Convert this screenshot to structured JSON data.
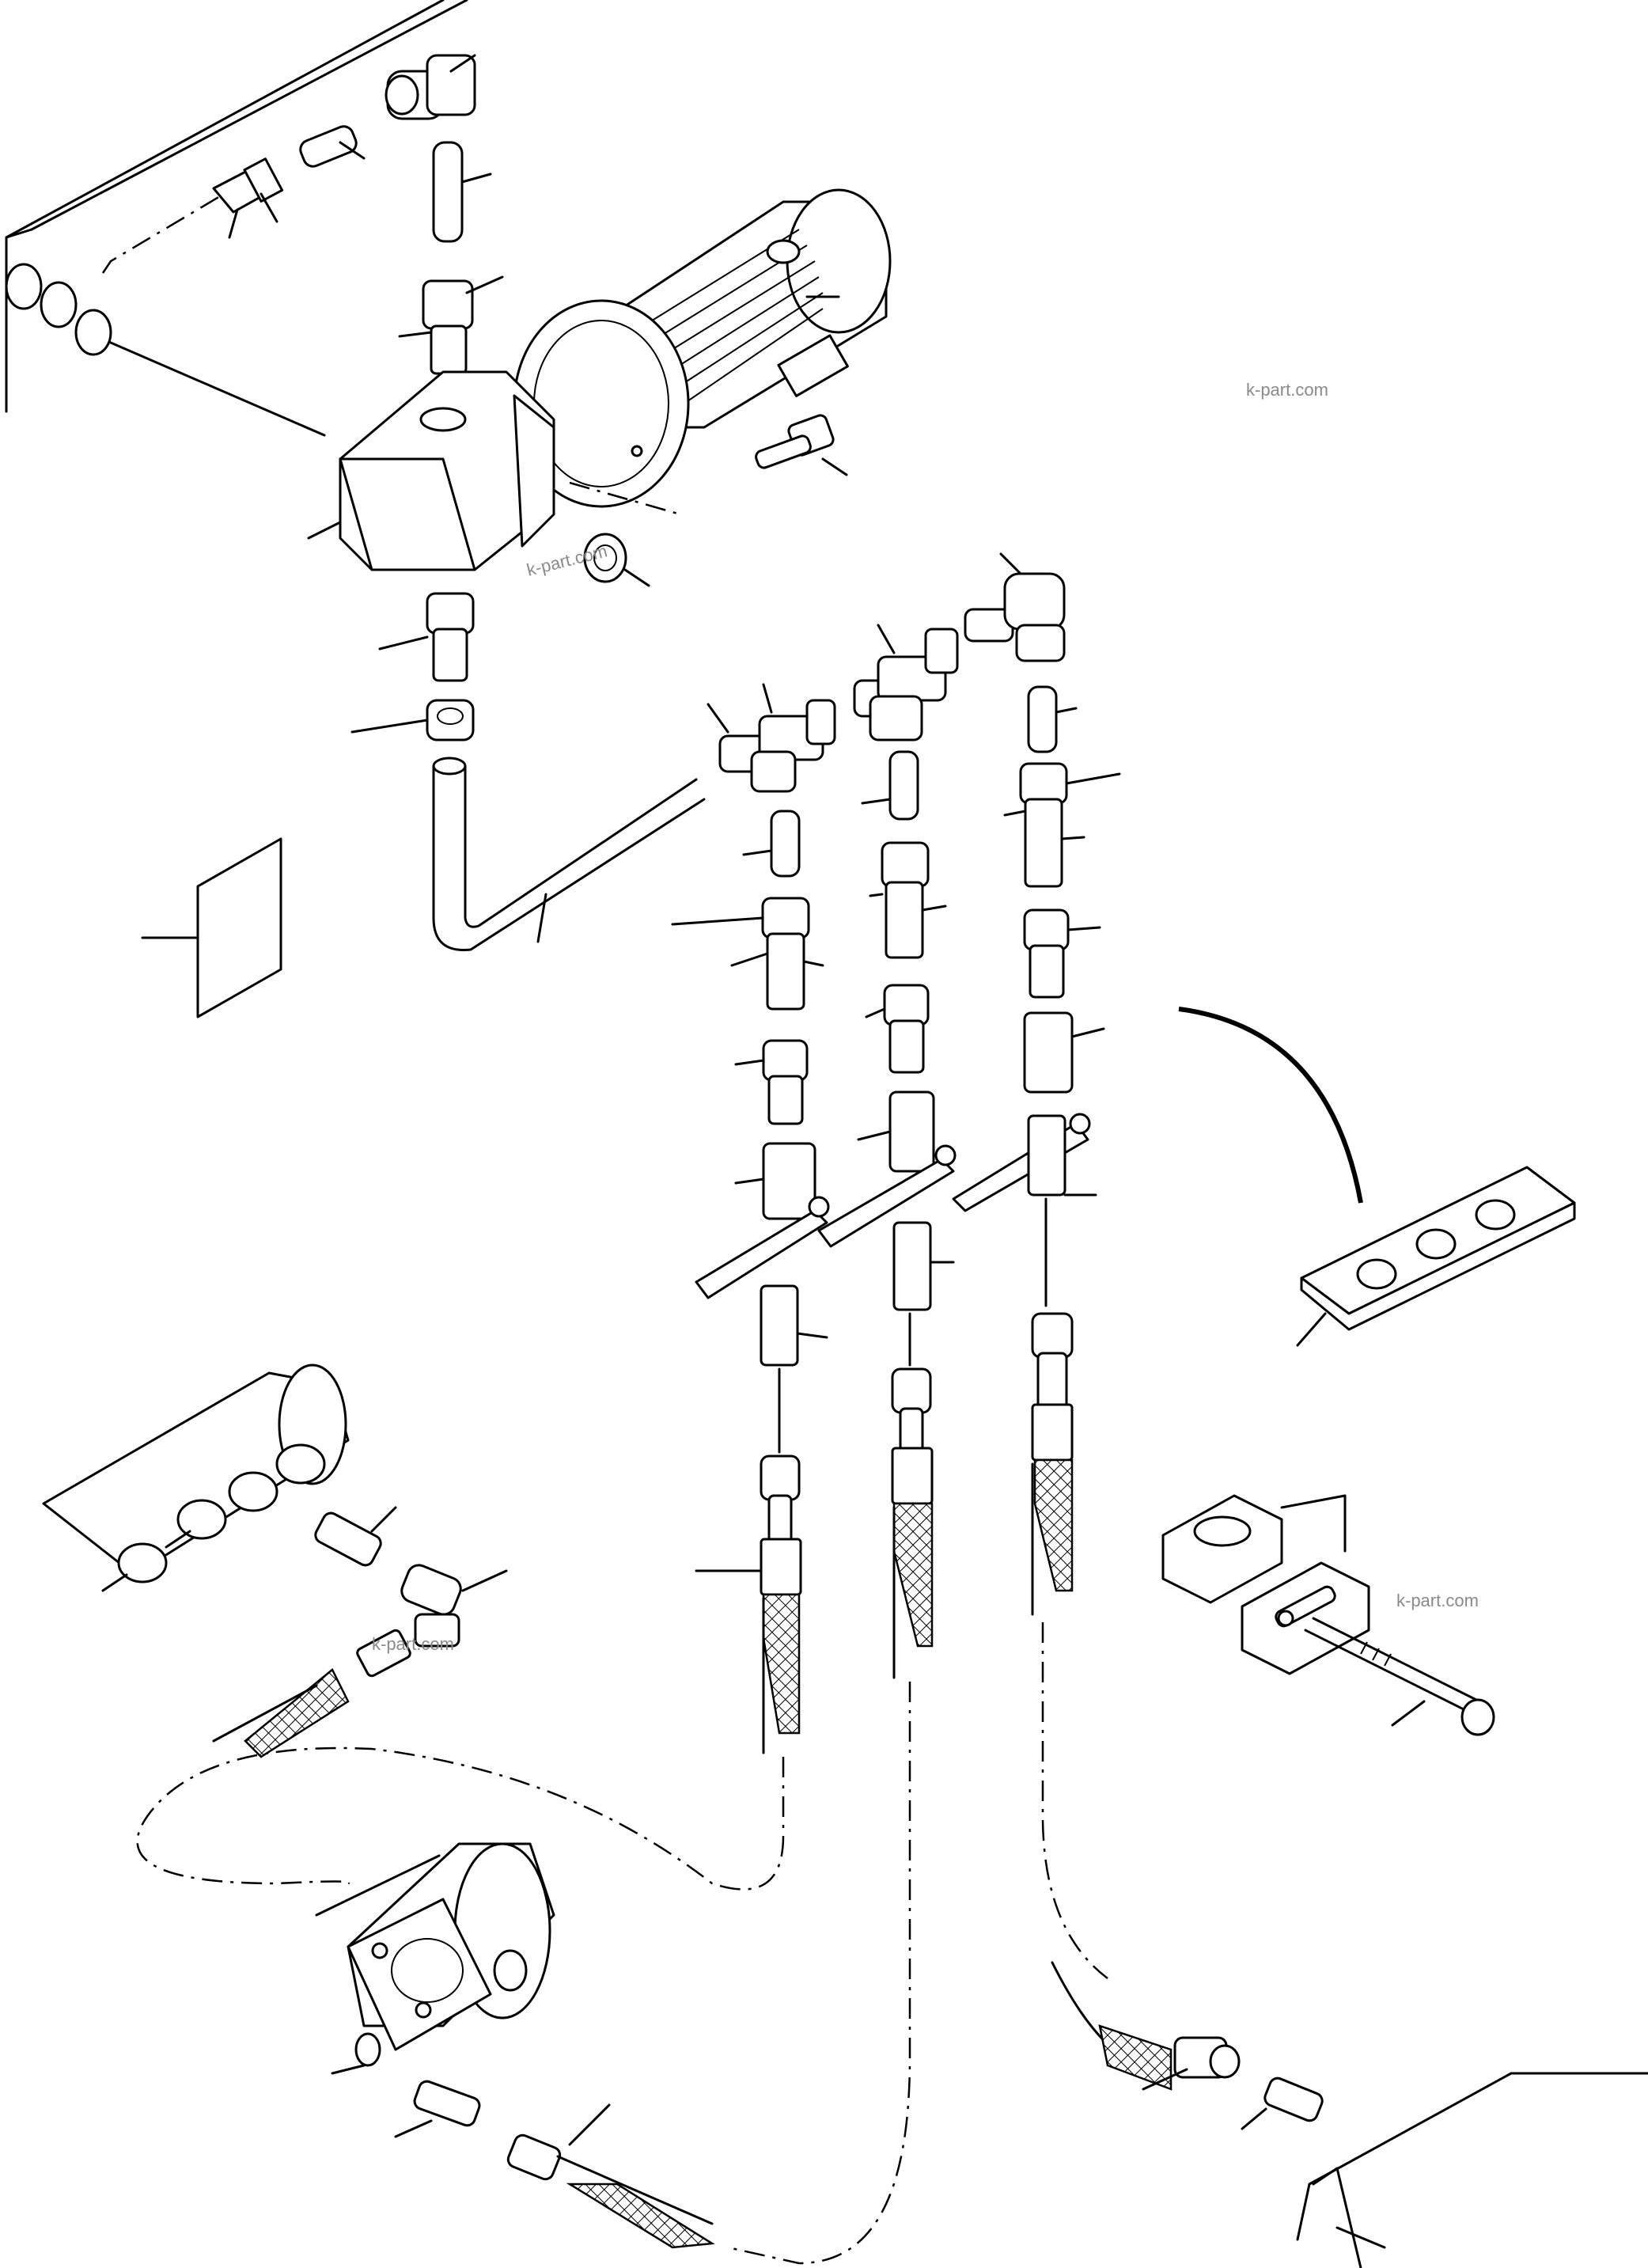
{
  "watermarks": [
    "k-part.com",
    "k-part.com",
    "k-part.com",
    "k-part.com"
  ],
  "colors": {
    "ink": "#000000",
    "paper": "#ffffff",
    "watermark": "#8a8a8a"
  }
}
